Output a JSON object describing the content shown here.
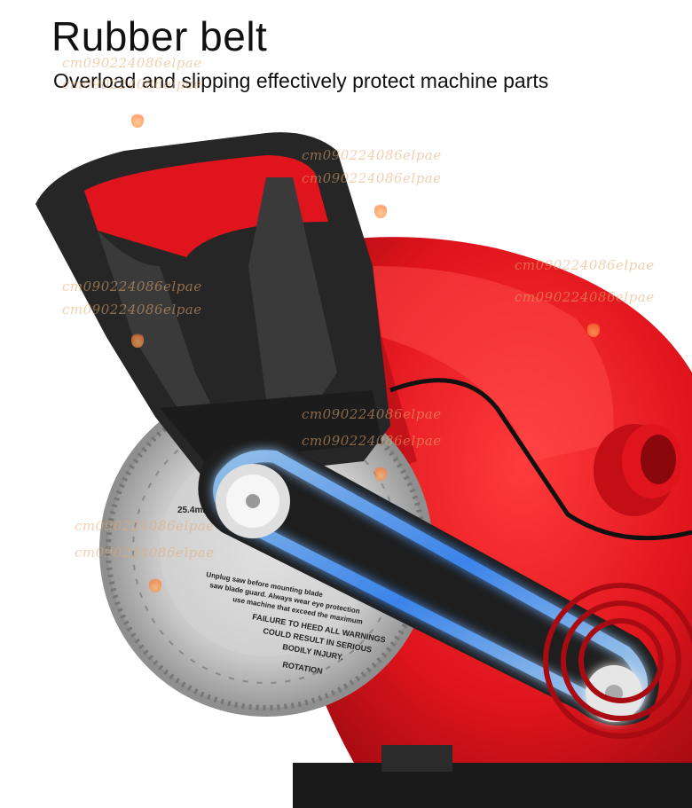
{
  "headline": "Rubber belt",
  "subline": "Overload and slipping effectively protect machine parts",
  "blade_labels": {
    "size": "25.4mm",
    "warning_lines": [
      "Unplug saw before mounting blade",
      "saw blade guard. Always wear eye protection",
      "use machine that exceed the maximum",
      "FAILURE TO HEED ALL WARNINGS",
      "COULD RESULT IN SERIOUS",
      "BODILY INJURY."
    ],
    "rotation": "ROTATION"
  },
  "watermark": "cm090224086elpae",
  "colors": {
    "body_red": "#e0141c",
    "handle_black": "#2a2a2a",
    "belt_glow": "#4fa3ff"
  }
}
